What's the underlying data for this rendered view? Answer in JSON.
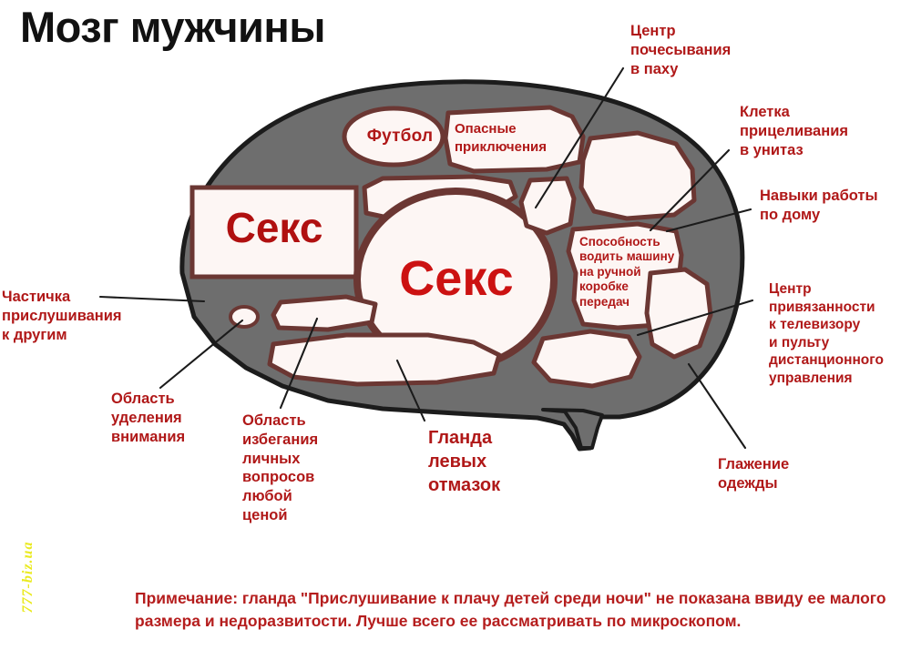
{
  "title": "Мозг мужчины",
  "colors": {
    "brain_fill": "#6e6e6e",
    "brain_outline": "#1b1b1b",
    "region_outline": "#6b3733",
    "region_fill": "#fdf6f4",
    "label_red": "#b01818",
    "seks_red": "#cc1212",
    "background": "#ffffff",
    "watermark_yellow": "#eaea20"
  },
  "regions": [
    {
      "id": "futbol",
      "label": "Футбол"
    },
    {
      "id": "seks-left",
      "label": "Секс"
    },
    {
      "id": "seks-center",
      "label": "Секс"
    },
    {
      "id": "opasnye",
      "label": "Опасные\nприключения"
    },
    {
      "id": "sposobnost",
      "label": "Способность\nводить машину\nна ручной\nкоробке\nпередач"
    }
  ],
  "callouts": [
    {
      "id": "pochesyvanie",
      "label": "Центр\nпочесывания\nв паху"
    },
    {
      "id": "unitaz",
      "label": "Клетка\nприцеливания\nв унитаз"
    },
    {
      "id": "navyki-doma",
      "label": "Навыки работы\nпо дому"
    },
    {
      "id": "televizor",
      "label": "Центр\nпривязанности\nк телевизору\nи пульту\nдистанционного\nуправления"
    },
    {
      "id": "glazhenie",
      "label": "Глажение\nодежды"
    },
    {
      "id": "glanda",
      "label": "Гланда\nлевых\nотмазок"
    },
    {
      "id": "izbeganie",
      "label": "Область\nизбегания\nличных\nвопросов\nлюбой\nценой"
    },
    {
      "id": "udelenie",
      "label": "Область\nуделения\nвнимания"
    },
    {
      "id": "prislushivanie",
      "label": "Частичка\nприслушивания\nк другим"
    }
  ],
  "footnote": "Примечание: гланда \"Прислушивание к плачу детей среди ночи\" не показана ввиду ее малого размера и недоразвитости. Лучше всего ее рассматривать по микроскопом.",
  "watermark": "777-biz.ua"
}
